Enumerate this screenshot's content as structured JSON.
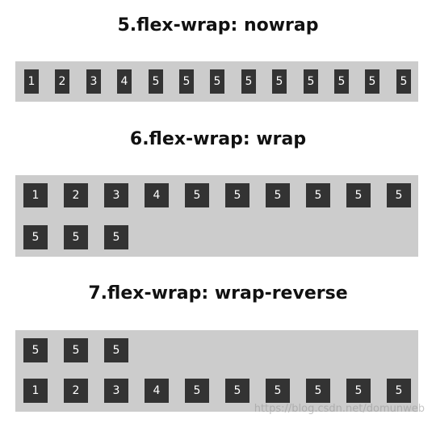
{
  "sections": [
    {
      "title": "5.flex-wrap: nowrap",
      "rows": [
        [
          "1",
          "2",
          "3",
          "4",
          "5",
          "5",
          "5",
          "5",
          "5",
          "5",
          "5",
          "5",
          "5"
        ]
      ]
    },
    {
      "title": "6.flex-wrap: wrap",
      "rows": [
        [
          "1",
          "2",
          "3",
          "4",
          "5",
          "5",
          "5",
          "5",
          "5",
          "5"
        ],
        [
          "5",
          "5",
          "5"
        ]
      ]
    },
    {
      "title": "7.flex-wrap: wrap-reverse",
      "rows": [
        [
          "5",
          "5",
          "5"
        ],
        [
          "1",
          "2",
          "3",
          "4",
          "5",
          "5",
          "5",
          "5",
          "5",
          "5"
        ]
      ]
    }
  ],
  "watermark": "https://blog.csdn.net/domunweb",
  "colors": {
    "container_bg": "#cccccc",
    "item_bg": "#333333",
    "item_text": "#ffffff",
    "title_text": "#111111"
  }
}
